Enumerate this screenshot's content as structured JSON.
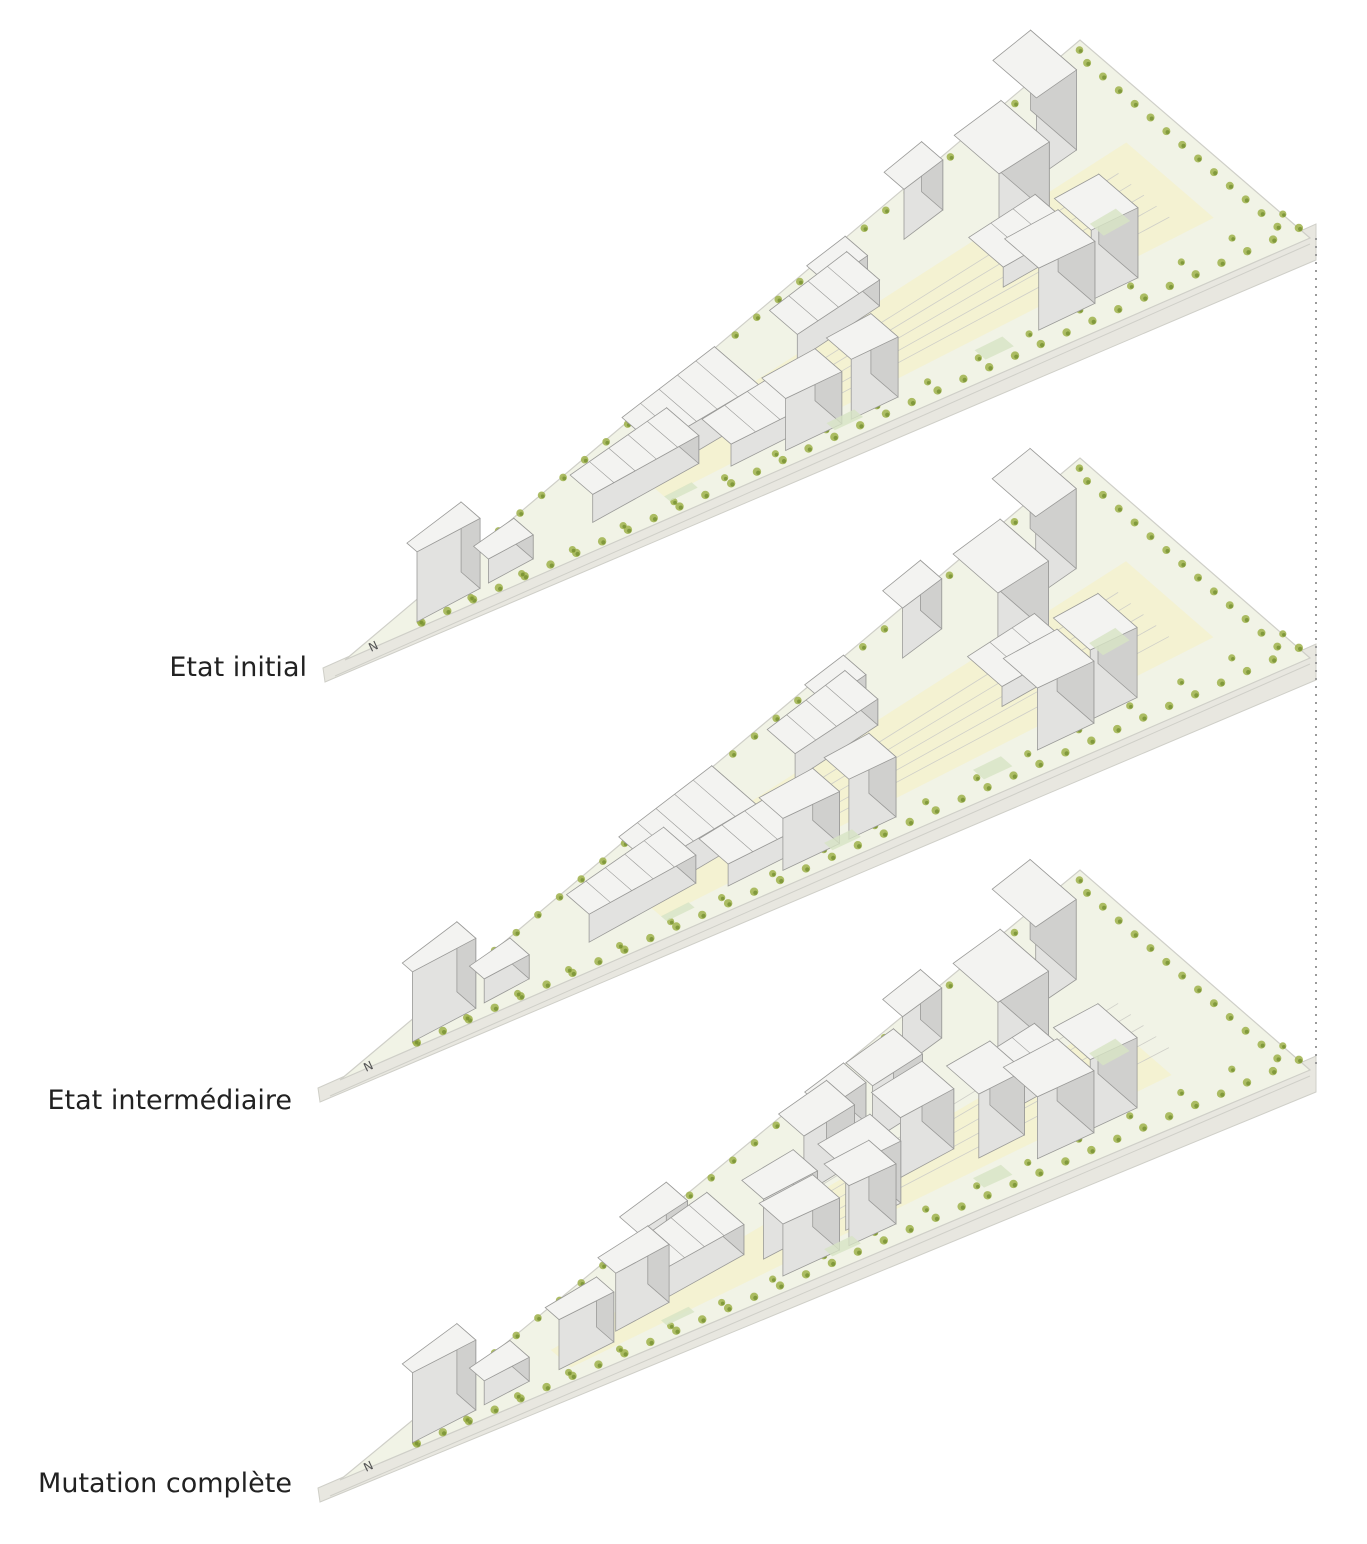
{
  "stages": [
    {
      "label": "Etat initial",
      "phase": "initial"
    },
    {
      "label": "Etat intermédiaire",
      "phase": "intermediate"
    },
    {
      "label": "Mutation complète",
      "phase": "complete"
    }
  ],
  "colors": {
    "ground": "#f1f3e6",
    "plaza": "#f4f2cf",
    "road": "#e8e7e0",
    "road_edge": "#cfcfc8",
    "building_top": "#f3f3f1",
    "building_left": "#e2e2e0",
    "building_right": "#d0d0ce",
    "outline": "#9a9a98",
    "tree": "#9fb24a",
    "tree_dark": "#6f8a2c",
    "garden": "#d7e4c4",
    "dotted_line": "#9a9a9a"
  },
  "icons": [
    "north-arrow-icon",
    "tree-icon"
  ]
}
